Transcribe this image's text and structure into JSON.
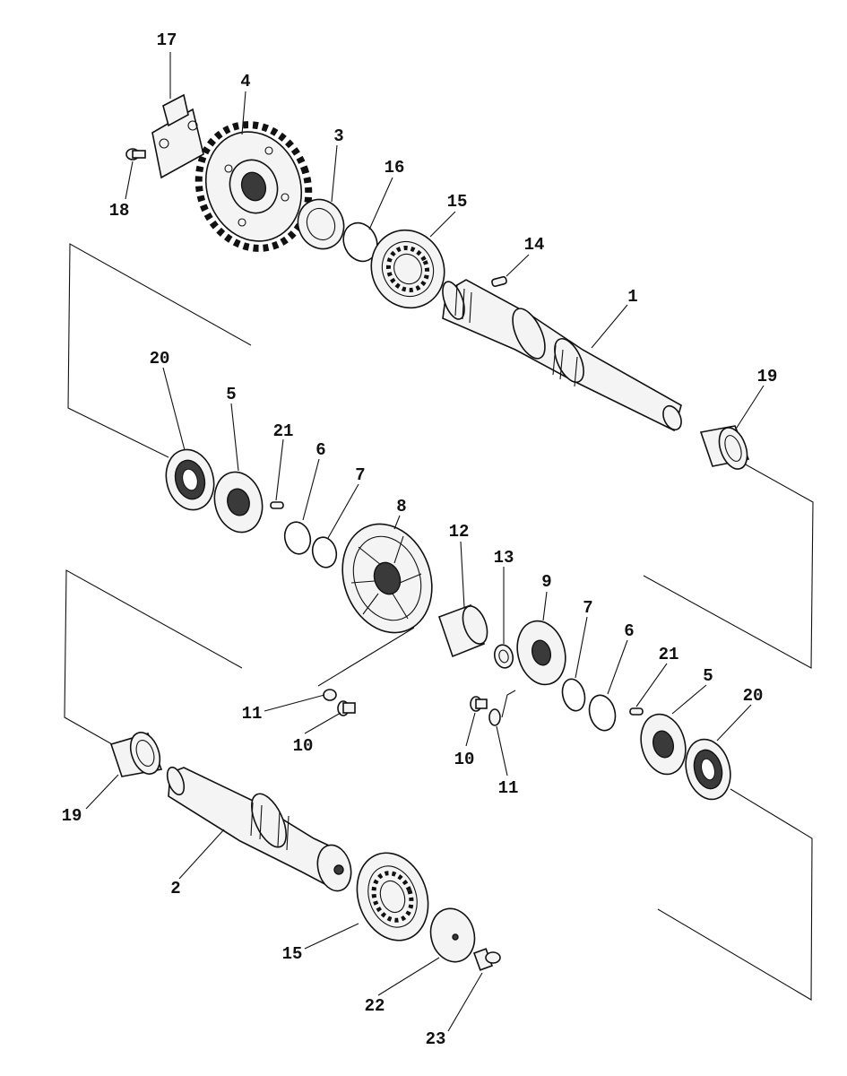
{
  "labels": {
    "p17": "17",
    "p4": "4",
    "p3": "3",
    "p16": "16",
    "p15a": "15",
    "p14": "14",
    "p18": "18",
    "p1": "1",
    "p19a": "19",
    "p20a": "20",
    "p5a": "5",
    "p21a": "21",
    "p6a": "6",
    "p7a": "7",
    "p8": "8",
    "p12": "12",
    "p13": "13",
    "p9": "9",
    "p7b": "7",
    "p6b": "6",
    "p21b": "21",
    "p5b": "5",
    "p20b": "20",
    "p11a": "11",
    "p10a": "10",
    "p10b": "10",
    "p11b": "11",
    "p19b": "19",
    "p2": "2",
    "p15b": "15",
    "p22": "22",
    "p23": "23"
  }
}
